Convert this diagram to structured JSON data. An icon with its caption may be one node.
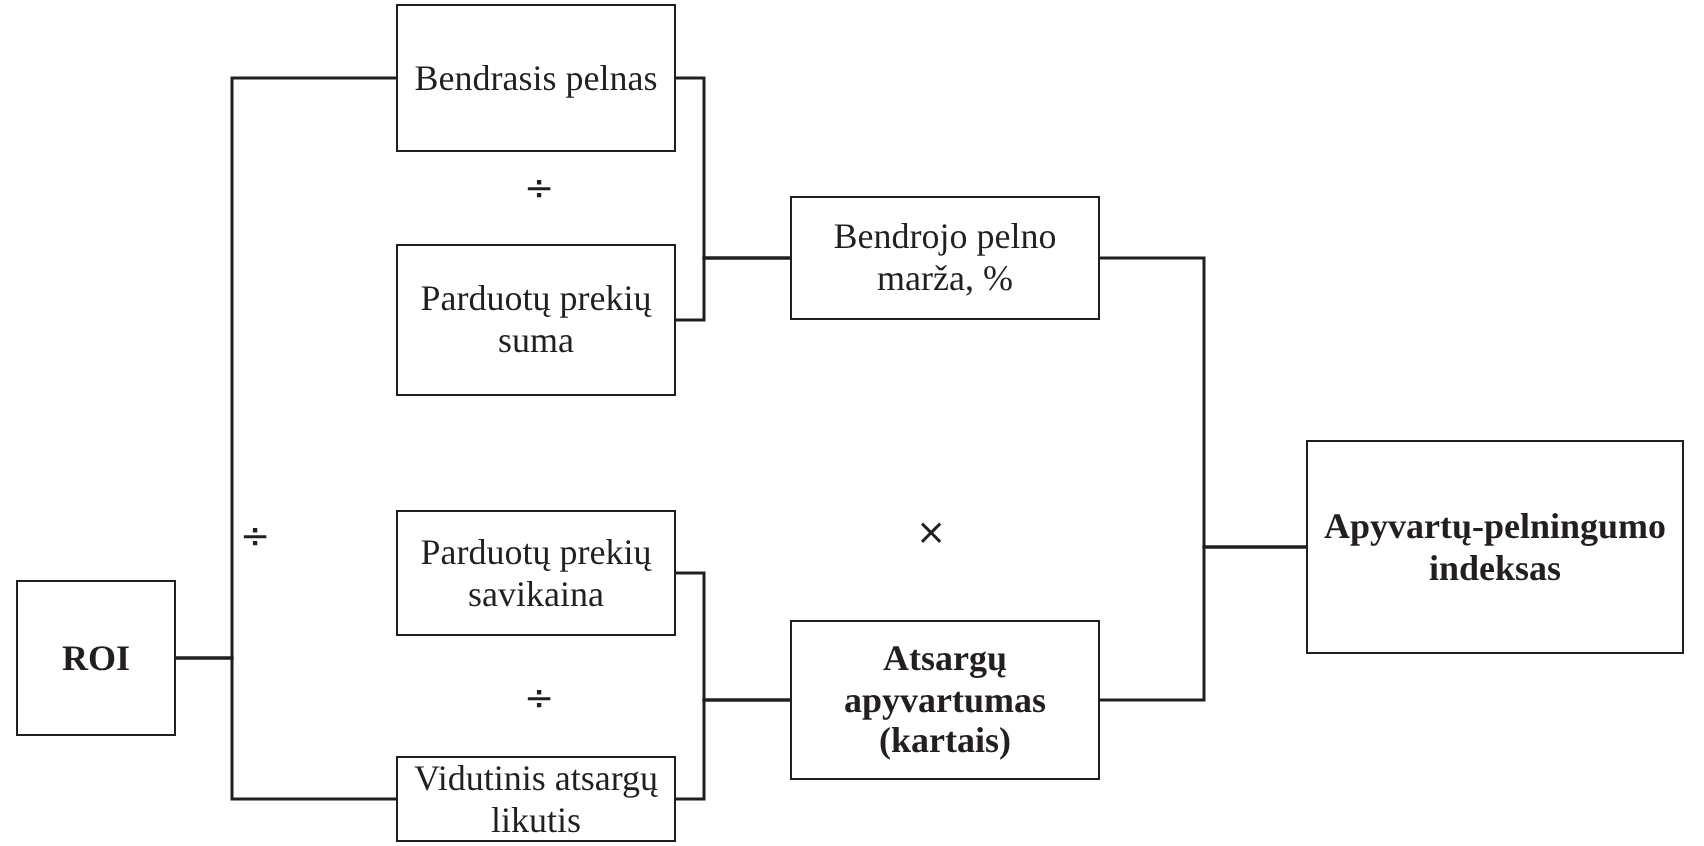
{
  "diagram": {
    "nodes": [
      {
        "text": [
          "ROI"
        ]
      },
      {
        "text": [
          "Bendrasis pelnas"
        ]
      },
      {
        "text": [
          "Parduotų prekių suma"
        ]
      },
      {
        "text": [
          "Bendrojo pelno marža, %"
        ]
      },
      {
        "text": [
          "Parduotų prekių savikaina"
        ]
      },
      {
        "text": [
          "Vidutinis atsargų likutis"
        ]
      },
      {
        "text": [
          "Atsargų apyvartumas (kartais)"
        ]
      },
      {
        "text": [
          "Apyvartų-pelningumo indeksas"
        ]
      }
    ],
    "edges": [
      {
        "from": 0,
        "to": 1,
        "arrow": "none"
      },
      {
        "from": 0,
        "to": 5,
        "arrow": "none"
      },
      {
        "from": 1,
        "to": 3,
        "arrow": "none"
      },
      {
        "from": 2,
        "to": 3,
        "arrow": "none"
      },
      {
        "from": 4,
        "to": 6,
        "arrow": "none"
      },
      {
        "from": 5,
        "to": 6,
        "arrow": "none"
      },
      {
        "from": 3,
        "to": 7,
        "arrow": "none"
      },
      {
        "from": 6,
        "to": 7,
        "arrow": "none"
      }
    ],
    "labels": [
      "÷",
      "÷",
      "×",
      "÷"
    ]
  }
}
